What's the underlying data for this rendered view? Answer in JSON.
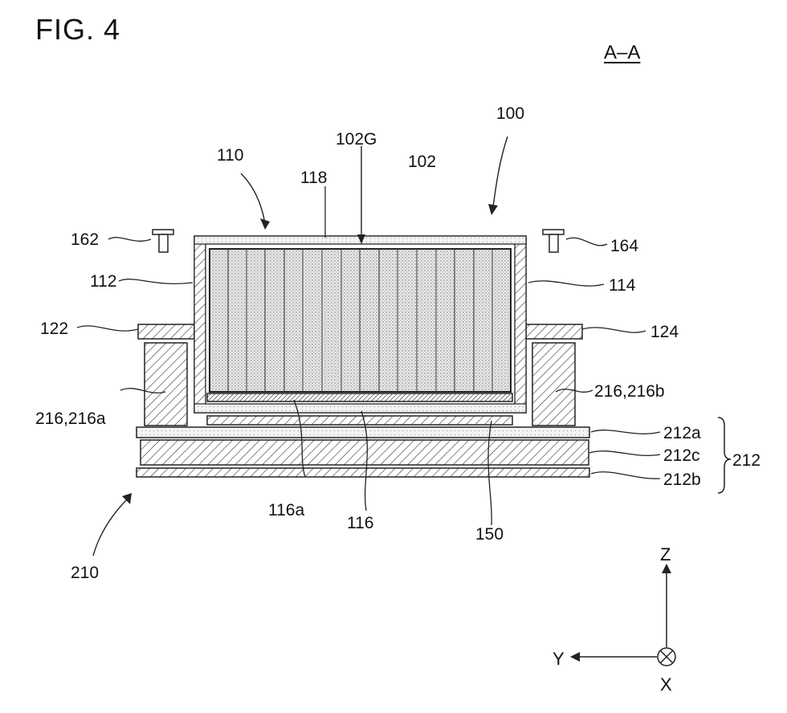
{
  "figure": {
    "title": "FIG. 4",
    "section": "A–A"
  },
  "labels": {
    "l100": "100",
    "l110": "110",
    "l102G": "102G",
    "l102": "102",
    "l118": "118",
    "l162": "162",
    "l164": "164",
    "l112": "112",
    "l114": "114",
    "l122": "122",
    "l124": "124",
    "l216a": "216,216a",
    "l216b": "216,216b",
    "l212a": "212a",
    "l212c": "212c",
    "l212": "212",
    "l212b": "212b",
    "l116a": "116a",
    "l116": "116",
    "l150": "150",
    "l210": "210"
  },
  "axes": {
    "z": "Z",
    "y": "Y",
    "x": "X"
  }
}
